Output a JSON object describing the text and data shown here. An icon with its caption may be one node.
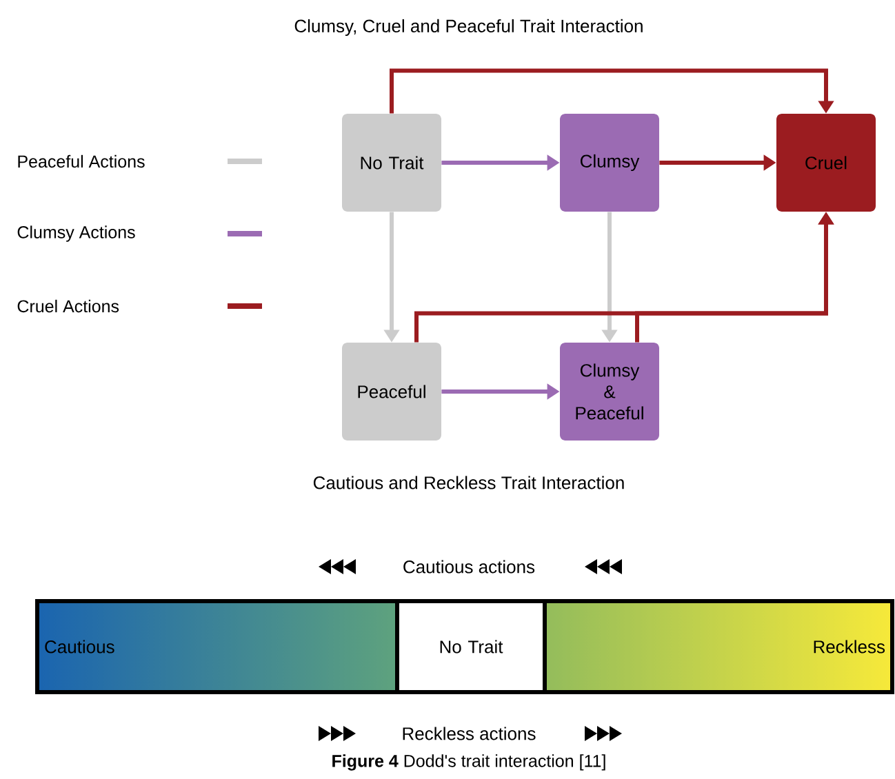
{
  "diagram": {
    "title": "Clumsy, Cruel and Peaceful Trait Interaction",
    "caption": "**Figure 4** Dodd's trait interaction [11]",
    "nodes": [
      {
        "text": [
          "No Trait"
        ]
      },
      {
        "text": [
          "Clumsy"
        ]
      },
      {
        "text": [
          "Cruel"
        ]
      },
      {
        "text": [
          "Peaceful"
        ]
      },
      {
        "text": [
          "Clumsy & Peaceful"
        ]
      },
      {
        "text": [
          "Cautious"
        ]
      },
      {
        "text": [
          "No Trait"
        ]
      },
      {
        "text": [
          "Reckless"
        ]
      }
    ],
    "edges": [
      {
        "from": 0,
        "to": 2,
        "arrow": "to"
      },
      {
        "from": 0,
        "to": 1,
        "arrow": "to",
        "color": "#9b6bb3"
      },
      {
        "from": 1,
        "to": 2,
        "arrow": "to"
      },
      {
        "from": 0,
        "to": 3,
        "arrow": "to",
        "color": "#cccccc"
      },
      {
        "from": 1,
        "to": 4,
        "arrow": "to",
        "color": "#cccccc"
      },
      {
        "from": 3,
        "to": 4,
        "arrow": "to",
        "color": "#9b6bb3"
      },
      {
        "from": 3,
        "to": 2,
        "arrow": "to"
      },
      {
        "from": 4,
        "to": 2,
        "arrow": "to"
      }
    ],
    "labels": [
      "Cautious and Reckless Trait Interaction",
      "Cautious actions",
      "Reckless actions"
    ],
    "legend": [
      {
        "text": "Peaceful Actions",
        "color": "#cccccc"
      },
      {
        "text": "Clumsy Actions",
        "color": "#9b6bb3"
      },
      {
        "text": "Cruel Actions",
        "color": "#9b1c20"
      }
    ]
  }
}
